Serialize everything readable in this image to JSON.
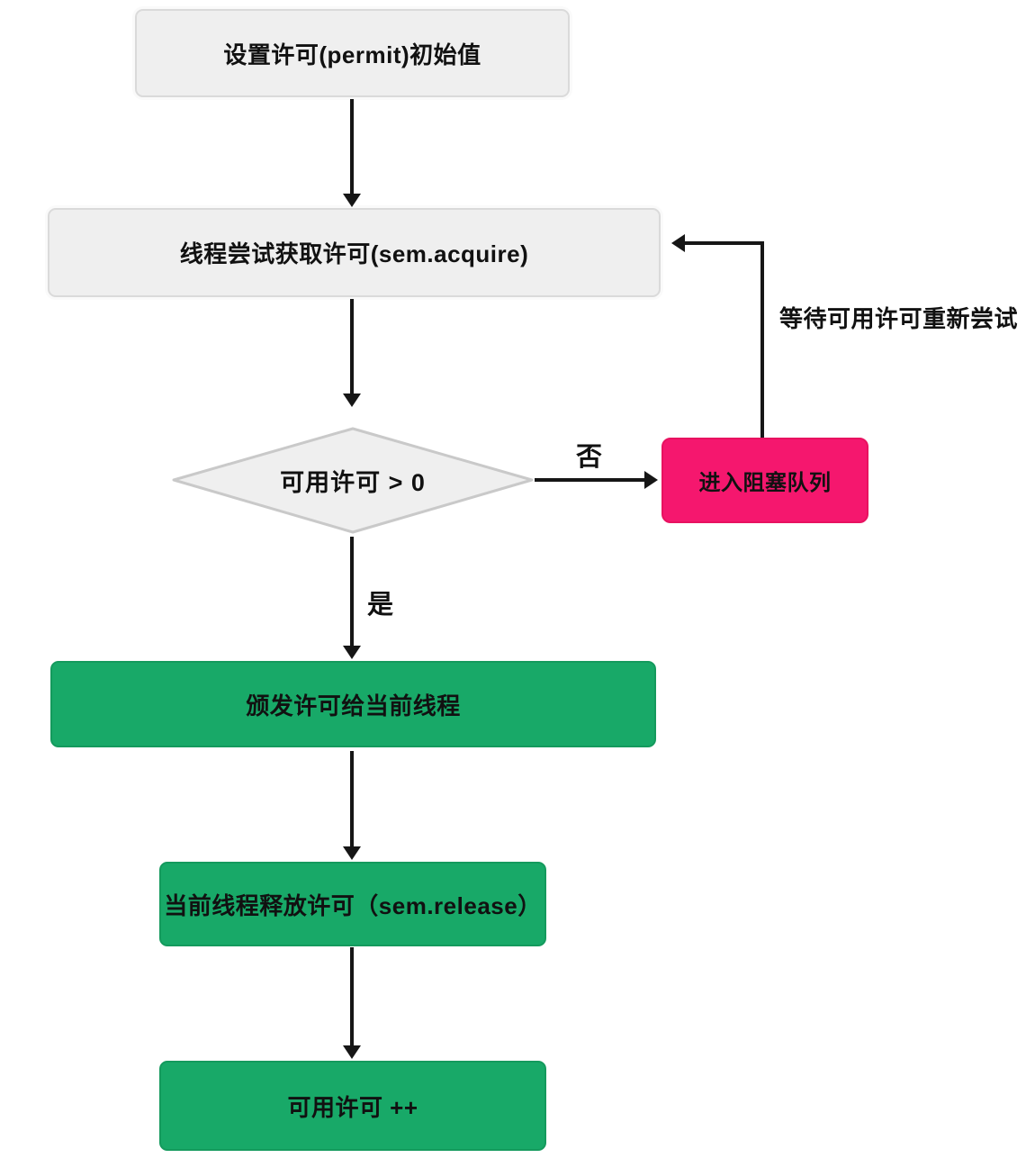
{
  "flowchart": {
    "nodes": {
      "set_permit": {
        "label": "设置许可(permit)初始值",
        "type": "process"
      },
      "acquire": {
        "label": "线程尝试获取许可(sem.acquire)",
        "type": "process"
      },
      "decision": {
        "label": "可用许可 > 0",
        "type": "decision"
      },
      "blocking_queue": {
        "label": "进入阻塞队列",
        "type": "danger"
      },
      "grant_permit": {
        "label": "颁发许可给当前线程",
        "type": "success"
      },
      "release_permit": {
        "label": "当前线程释放许可（sem.release）",
        "type": "success"
      },
      "increment_permit": {
        "label": "可用许可 ++",
        "type": "success"
      }
    },
    "edges": {
      "no_label": "否",
      "yes_label": "是",
      "retry_label": "等待可用许可重新尝试"
    },
    "colors": {
      "process_fill": "#efefef",
      "process_border": "#dadada",
      "danger_fill": "#f5176e",
      "success_fill": "#18a968",
      "arrow": "#161616",
      "text": "#111111"
    }
  }
}
